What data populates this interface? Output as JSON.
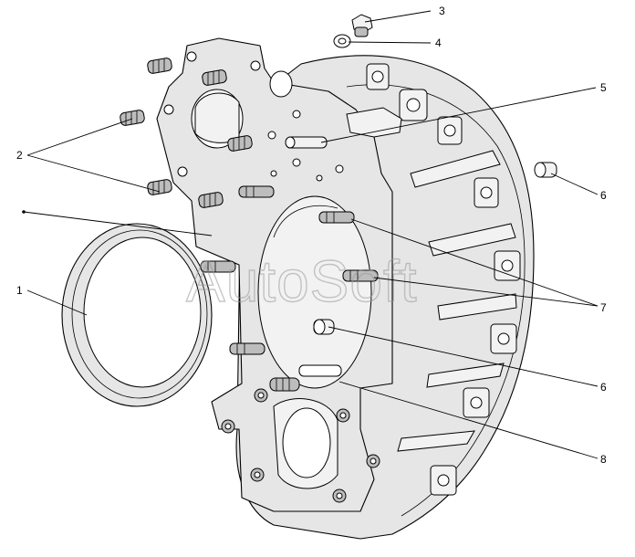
{
  "watermark": "AutoSoft",
  "callouts": {
    "c1": "1",
    "c2": "2",
    "c3": "3",
    "c4": "4",
    "c5": "5",
    "c6a": "6",
    "c6b": "6",
    "c7": "7",
    "c8": "8"
  }
}
